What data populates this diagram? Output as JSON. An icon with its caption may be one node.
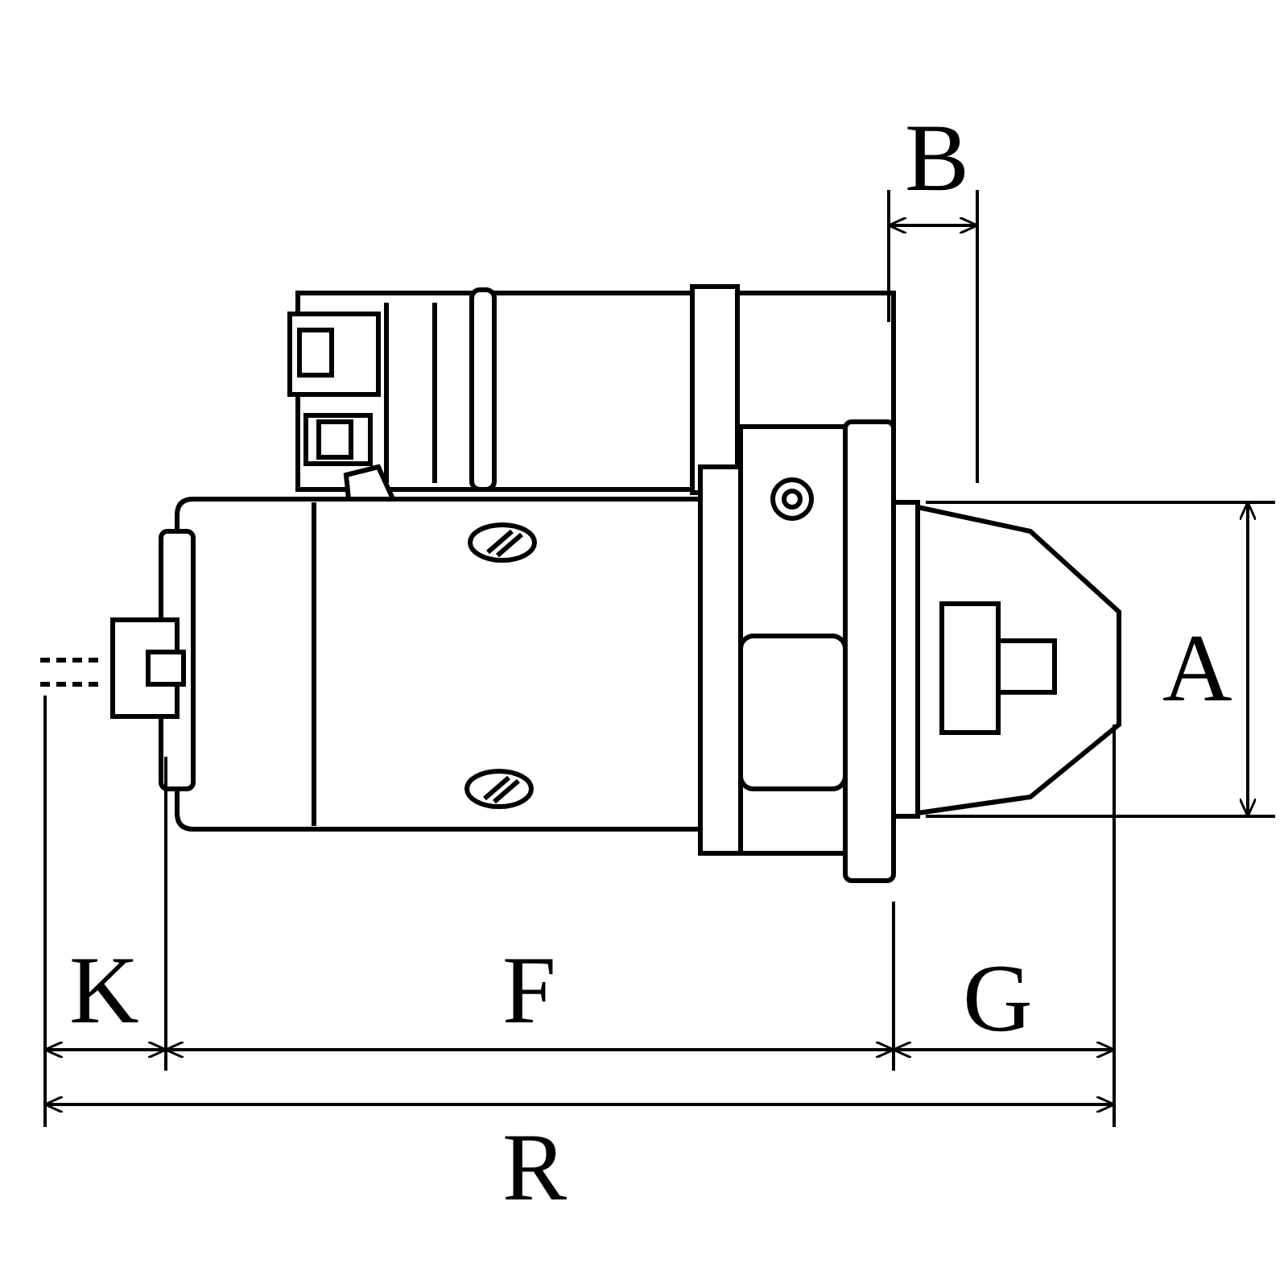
{
  "diagram": {
    "labels": [
      "B",
      "A",
      "K",
      "F",
      "G",
      "R"
    ]
  }
}
